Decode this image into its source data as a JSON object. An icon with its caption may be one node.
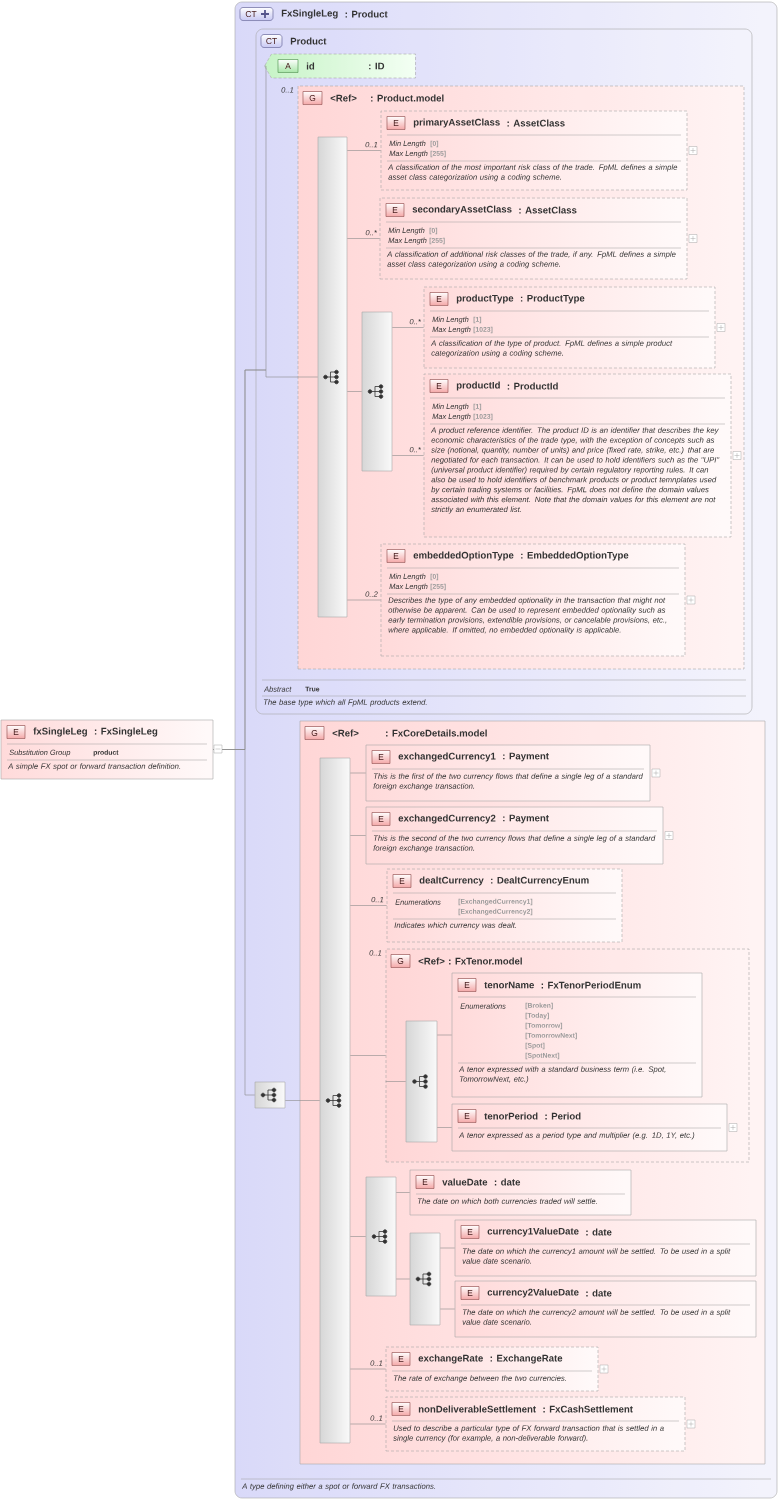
{
  "diagram": {
    "nodes": [
      {
        "text": [
          "E",
          "fxSingleLeg",
          ": FxSingleLeg",
          "Substitution Group",
          "product",
          "A simple FX spot or forward transaction definition."
        ]
      },
      {
        "text": [
          "CT",
          "FxSingleLeg",
          ": Product",
          "A type defining either a spot or forward FX transactions."
        ]
      },
      {
        "text": [
          "CT",
          "Product",
          "Abstract",
          "True",
          "The base type which all FpML products extend."
        ],
        "in": 1
      },
      {
        "text": [
          "A",
          "id",
          ": ID"
        ],
        "in": 2
      },
      {
        "text": [
          "G",
          "<Ref>",
          ": Product.model"
        ],
        "in": 2,
        "beside": [
          "0..1"
        ]
      },
      {
        "text": [],
        "shape": "bar",
        "in": 4
      },
      {
        "text": [
          "E",
          "primaryAssetClass",
          ": AssetClass",
          "Min Length",
          "[0]",
          "Max Length",
          "[255]",
          "A classification of the most important risk class of the trade. FpML defines a simple asset class categorization using a coding scheme."
        ],
        "in": 4
      },
      {
        "text": [
          "E",
          "secondaryAssetClass",
          ": AssetClass",
          "Min Length",
          "[0]",
          "Max Length",
          "[255]",
          "A classification of additional risk classes of the trade, if any. FpML defines a simple asset class categorization using a coding scheme."
        ],
        "in": 4
      },
      {
        "text": [],
        "shape": "bar",
        "in": 4
      },
      {
        "text": [
          "E",
          "productType",
          ": ProductType",
          "Min Length",
          "[1]",
          "Max Length",
          "[1023]",
          "A classification of the type of product. FpML defines a simple product categorization using a coding scheme."
        ],
        "in": 4
      },
      {
        "text": [
          "E",
          "productId",
          ": ProductId",
          "Min Length",
          "[1]",
          "Max Length",
          "[1023]",
          "A product reference identifier. The product ID is an identifier that describes the key economic characteristics of the trade type, with the exception of concepts such as size (notional, quantity, number of units) and price (fixed rate, strike, etc.) that are negotiated for each transaction. It can be used to hold identifiers such as the \"UPI\" (universal product identifier) required by certain regulatory reporting rules. It can also be used to hold identifiers of benchmark products or product temnplates used by certain trading systems or facilities. FpML does not define the domain values associated with this element. Note that the domain values for this element are not strictly an enumerated list."
        ],
        "in": 4
      },
      {
        "text": [
          "E",
          "embeddedOptionType",
          ": EmbeddedOptionType",
          "Min Length",
          "[0]",
          "Max Length",
          "[255]",
          "Describes the type of any embedded optionality in the transaction that might not otherwise be apparent. Can be used to represent embedded optionality such as early termination provisions, extendible provisions, or cancelable provisions, etc., where applicable. If omitted, no embedded optionality is applicable."
        ],
        "in": 4
      },
      {
        "text": [],
        "shape": "bar",
        "in": 1
      },
      {
        "text": [
          "G",
          "<Ref>",
          ": FxCoreDetails.model"
        ],
        "in": 1
      },
      {
        "text": [],
        "shape": "bar",
        "in": 13
      },
      {
        "text": [
          "E",
          "exchangedCurrency1",
          ": Payment",
          "This is the first of the two currency flows that define a single leg of a standard foreign exchange transaction."
        ],
        "in": 13
      },
      {
        "text": [
          "E",
          "exchangedCurrency2",
          ": Payment",
          "This is the second of the two currency flows that define a single leg of a standard foreign exchange transaction."
        ],
        "in": 13
      },
      {
        "text": [
          "E",
          "dealtCurrency",
          ": DealtCurrencyEnum",
          "Enumerations",
          "[ExchangedCurrency1]",
          "[ExchangedCurrency2]",
          "Indicates which currency was dealt."
        ],
        "in": 13
      },
      {
        "text": [
          "G",
          "<Ref>",
          ": FxTenor.model"
        ],
        "in": 13,
        "beside": [
          "0..1"
        ]
      },
      {
        "text": [],
        "shape": "bar",
        "in": 18
      },
      {
        "text": [
          "E",
          "tenorName",
          ": FxTenorPeriodEnum",
          "Enumerations",
          "[Broken]",
          "[Today]",
          "[Tomorrow]",
          "[TomorrowNext]",
          "[Spot]",
          "[SpotNext]",
          "A tenor expressed with a standard business term (i.e. Spot, TomorrowNext, etc.)"
        ],
        "in": 18
      },
      {
        "text": [
          "E",
          "tenorPeriod",
          ": Period",
          "A tenor expressed as a period type and multiplier (e.g. 1D, 1Y, etc.)"
        ],
        "in": 18
      },
      {
        "text": [],
        "shape": "bar",
        "in": 13
      },
      {
        "text": [
          "E",
          "valueDate",
          ": date",
          "The date on which both currencies traded will settle."
        ],
        "in": 13
      },
      {
        "text": [],
        "shape": "bar",
        "in": 13
      },
      {
        "text": [
          "E",
          "currency1ValueDate",
          ": date",
          "The date on which the currency1 amount will be settled. To be used in a split value date scenario."
        ],
        "in": 13
      },
      {
        "text": [
          "E",
          "currency2ValueDate",
          ": date",
          "The date on which the currency2 amount will be settled. To be used in a split value date scenario."
        ],
        "in": 13
      },
      {
        "text": [
          "E",
          "exchangeRate",
          ": ExchangeRate",
          "The rate of exchange between the two currencies."
        ],
        "in": 13
      },
      {
        "text": [
          "E",
          "nonDeliverableSettlement",
          ": FxCashSettlement",
          "Used to describe a particular type of FX forward transaction that is settled in a single currency (for example, a non-deliverable forward)."
        ],
        "in": 13
      }
    ],
    "edges": [
      {
        "from": 0,
        "to": 3,
        "arrow": "none"
      },
      {
        "from": 0,
        "to": 5,
        "arrow": "none"
      },
      {
        "from": 0,
        "to": 12,
        "arrow": "none"
      },
      {
        "from": 5,
        "to": 6,
        "arrow": "none",
        "label": "0..1"
      },
      {
        "from": 5,
        "to": 7,
        "arrow": "none",
        "label": "0..*"
      },
      {
        "from": 5,
        "to": 8,
        "arrow": "none"
      },
      {
        "from": 8,
        "to": 9,
        "arrow": "none",
        "label": "0..*"
      },
      {
        "from": 8,
        "to": 10,
        "arrow": "none",
        "label": "0..*"
      },
      {
        "from": 5,
        "to": 11,
        "arrow": "none",
        "label": "0..2"
      },
      {
        "from": 12,
        "to": 14,
        "arrow": "none"
      },
      {
        "from": 14,
        "to": 15,
        "arrow": "none"
      },
      {
        "from": 14,
        "to": 16,
        "arrow": "none"
      },
      {
        "from": 14,
        "to": 17,
        "arrow": "none",
        "label": "0..1"
      },
      {
        "from": 14,
        "to": 18,
        "arrow": "none"
      },
      {
        "from": 18,
        "to": 19,
        "arrow": "none"
      },
      {
        "from": 19,
        "to": 20,
        "arrow": "none"
      },
      {
        "from": 19,
        "to": 21,
        "arrow": "none"
      },
      {
        "from": 14,
        "to": 22,
        "arrow": "none"
      },
      {
        "from": 22,
        "to": 23,
        "arrow": "none"
      },
      {
        "from": 22,
        "to": 24,
        "arrow": "none"
      },
      {
        "from": 24,
        "to": 25,
        "arrow": "none"
      },
      {
        "from": 24,
        "to": 26,
        "arrow": "none"
      },
      {
        "from": 14,
        "to": 27,
        "arrow": "none",
        "label": "0..1"
      },
      {
        "from": 14,
        "to": 28,
        "arrow": "none",
        "label": "0..1"
      }
    ]
  }
}
